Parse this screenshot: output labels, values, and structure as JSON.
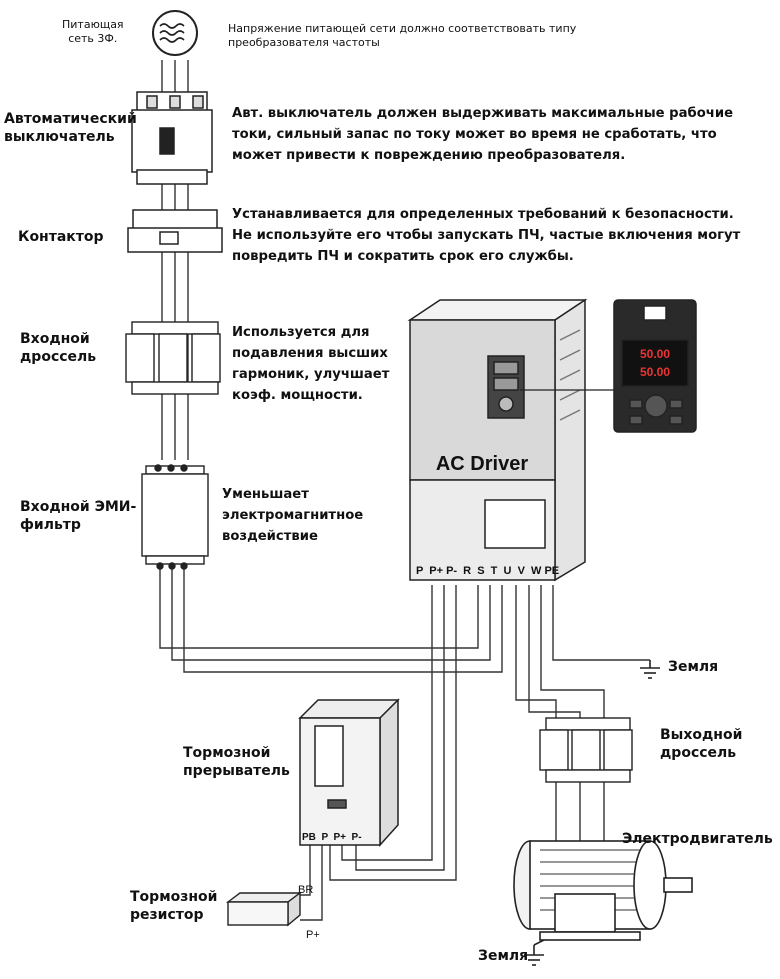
{
  "supply": {
    "label": "Питающая\nсеть 3Ф.",
    "note": "Напряжение питающей сети должно соответствовать типу\nпреобразователя частоты"
  },
  "breaker": {
    "label": "Автоматический\nвыключатель",
    "desc": "Авт. выключатель должен выдерживать максимальные рабочие\nтоки, сильный запас по току может во время не сработать, что\nможет привести к повреждению преобразователя."
  },
  "contactor": {
    "label": "Контактор",
    "desc": "Устанавливается для определенных требований к безопасности.\nНе используйте его чтобы запускать ПЧ, частые включения могут\nповредить ПЧ и сократить срок его службы."
  },
  "input_choke": {
    "label": "Входной\nдроссель",
    "desc": "Используется для\nподавления высших\nгармоник, улучшает\nкоэф. мощности."
  },
  "emi_filter": {
    "label": "Входной ЭМИ-\nфильтр",
    "desc": "Уменьшает\nэлектромагнитное\nвоздействие"
  },
  "drive": {
    "title": "AC Driver",
    "terminals": "P  P+ P-  R  S  T  U  V  W PE"
  },
  "keypad": {
    "display1": "50.00",
    "display2": "50.00"
  },
  "ground_top": {
    "label": "Земля"
  },
  "output_choke": {
    "label": "Выходной\nдроссель"
  },
  "brake_chopper": {
    "label": "Тормозной\nпрерыватель",
    "terminals": "PB  P  P+  P-"
  },
  "motor": {
    "label": "Электродвигатель"
  },
  "brake_resistor": {
    "label": "Тормозной\nрезистор",
    "term_br": "BR",
    "term_p": "P+"
  },
  "ground_bottom": {
    "label": "Земля"
  }
}
